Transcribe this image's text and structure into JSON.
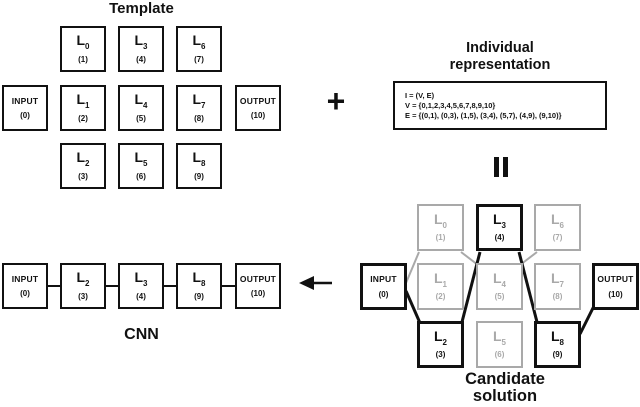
{
  "colors": {
    "ink": "#111111",
    "inactive": "#a9a9a9",
    "background": "#ffffff"
  },
  "template": {
    "title": "Template",
    "boxes": [
      {
        "main": "L",
        "sub": "0",
        "vertex": "(1)"
      },
      {
        "main": "L",
        "sub": "3",
        "vertex": "(4)"
      },
      {
        "main": "L",
        "sub": "6",
        "vertex": "(7)"
      },
      {
        "main": "INPUT",
        "sub": "",
        "vertex": "(0)"
      },
      {
        "main": "L",
        "sub": "1",
        "vertex": "(2)"
      },
      {
        "main": "L",
        "sub": "4",
        "vertex": "(5)"
      },
      {
        "main": "L",
        "sub": "7",
        "vertex": "(8)"
      },
      {
        "main": "OUTPUT",
        "sub": "",
        "vertex": "(10)"
      },
      {
        "main": "L",
        "sub": "2",
        "vertex": "(3)"
      },
      {
        "main": "L",
        "sub": "5",
        "vertex": "(6)"
      },
      {
        "main": "L",
        "sub": "8",
        "vertex": "(9)"
      }
    ]
  },
  "plus_symbol": "+",
  "individual": {
    "title_line1": "Individual",
    "title_line2": "representation",
    "line_i": "I = (V, E)",
    "line_v": "V = {0,1,2,3,4,5,6,7,8,9,10}",
    "line_e": "E = {(0,1), (0,3), (1,5), (3,4), (5,7), (4,9), (9,10)}"
  },
  "cnn": {
    "label": "CNN",
    "boxes": [
      {
        "main": "INPUT",
        "sub": "",
        "vertex": "(0)"
      },
      {
        "main": "L",
        "sub": "2",
        "vertex": "(3)"
      },
      {
        "main": "L",
        "sub": "3",
        "vertex": "(4)"
      },
      {
        "main": "L",
        "sub": "8",
        "vertex": "(9)"
      },
      {
        "main": "OUTPUT",
        "sub": "",
        "vertex": "(10)"
      }
    ]
  },
  "candidate": {
    "title_line1": "Candidate",
    "title_line2": "solution",
    "boxes": [
      {
        "main": "L",
        "sub": "0",
        "vertex": "(1)",
        "state": "inactive"
      },
      {
        "main": "L",
        "sub": "3",
        "vertex": "(4)",
        "state": "active"
      },
      {
        "main": "L",
        "sub": "6",
        "vertex": "(7)",
        "state": "inactive"
      },
      {
        "main": "INPUT",
        "sub": "",
        "vertex": "(0)",
        "state": "active"
      },
      {
        "main": "L",
        "sub": "1",
        "vertex": "(2)",
        "state": "inactive"
      },
      {
        "main": "L",
        "sub": "4",
        "vertex": "(5)",
        "state": "inactive"
      },
      {
        "main": "L",
        "sub": "7",
        "vertex": "(8)",
        "state": "inactive"
      },
      {
        "main": "OUTPUT",
        "sub": "",
        "vertex": "(10)",
        "state": "active"
      },
      {
        "main": "L",
        "sub": "2",
        "vertex": "(3)",
        "state": "active"
      },
      {
        "main": "L",
        "sub": "5",
        "vertex": "(6)",
        "state": "inactive"
      },
      {
        "main": "L",
        "sub": "8",
        "vertex": "(9)",
        "state": "active"
      }
    ]
  }
}
